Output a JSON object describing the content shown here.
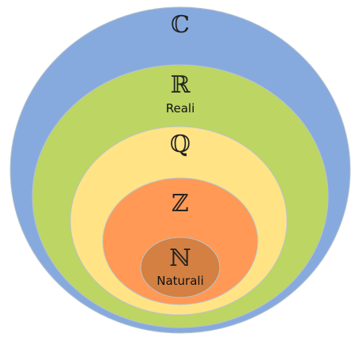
{
  "sets": [
    {
      "symbol": "ℂ",
      "name": "",
      "color": "#87aade"
    },
    {
      "symbol": "ℝ",
      "name": "Reali",
      "color": "#bdd562"
    },
    {
      "symbol": "ℚ",
      "name": "",
      "color": "#ffe385"
    },
    {
      "symbol": "ℤ",
      "name": "",
      "color": "#ff9955"
    },
    {
      "symbol": "ℕ",
      "name": "Naturali",
      "color": "#d38042"
    }
  ],
  "outline_color": "#b9c4cc"
}
